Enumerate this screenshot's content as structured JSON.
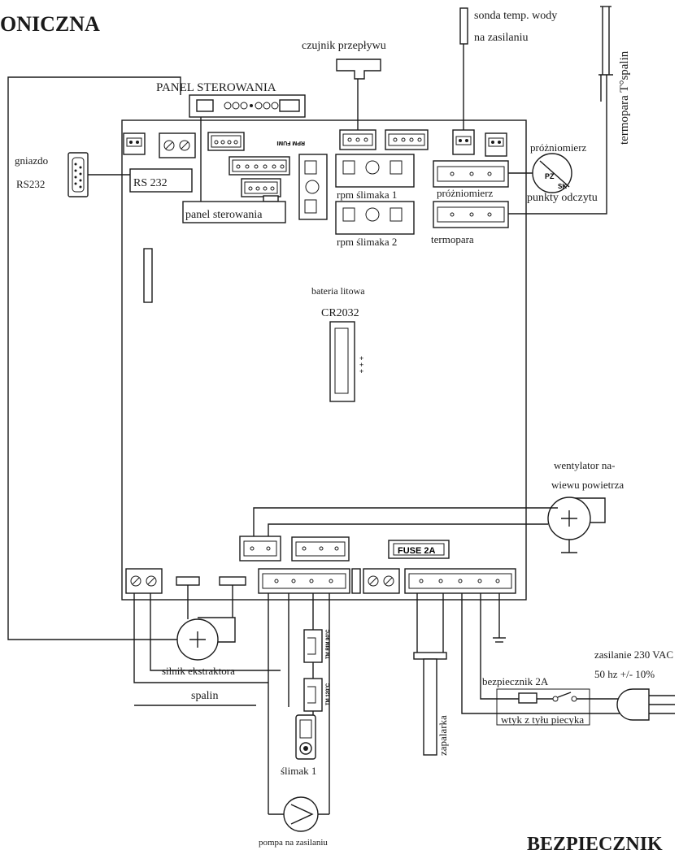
{
  "diagram": {
    "title_fragment": "ONICZNA",
    "bottom_title_fragment": "BEZPIECZNIK",
    "panel_sterowania_top": "PANEL STEROWANIA",
    "panel_sterowania_box": "panel sterowania",
    "gniazdo_line1": "gniazdo",
    "gniazdo_line2": "RS232",
    "rs232_box": "RS 232",
    "czujnik_przeplywu": "czujnik przepływu",
    "sonda_line1": "sonda temp. wody",
    "sonda_line2": "na zasilaniu",
    "termopara_spalin": "termopara T°spalin",
    "rpm_fumi": "RPM FUMI",
    "rpm_slimaka_1": "rpm ślimaka 1",
    "rpm_slimaka_2": "rpm ślimaka 2",
    "prozniomierz_label": "próżniomierz",
    "prozniomierz_connector": "próżniomierz",
    "punkty_odczytu": "punkty odczytu",
    "termopara": "termopara",
    "bateria_line1": "bateria litowa",
    "bateria_line2": "CR2032",
    "wentylator_line1": "wentylator na-",
    "wentylator_line2": "wiewu powietrza",
    "fuse": "FUSE 2A",
    "silnik_line1": "silnik ekstraktora",
    "silnik_line2": "spalin",
    "tm_90": "TM RIM 90°C",
    "tm_120": "TM 120°C",
    "slimak_1": "ślimak 1",
    "pompa": "pompa na zasilaniu",
    "zapalarka": "zapalarka",
    "zasilanie_line1": "zasilanie 230 VAC",
    "zasilanie_line2": "50 hz +/- 10%",
    "bezpiecznik_2a": "bezpiecznik 2A",
    "wtyk": "wtyk z tyłu piecyka",
    "pz_mark": "PZ",
    "sk_mark": "SK"
  }
}
